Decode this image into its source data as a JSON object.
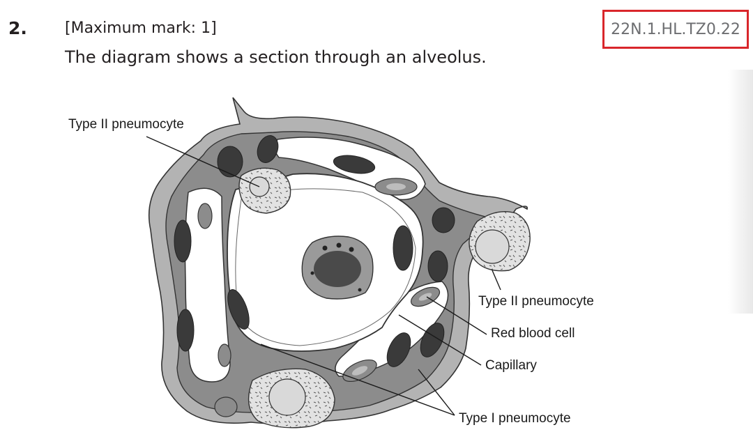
{
  "question": {
    "number": "2.",
    "max_mark": "[Maximum mark: 1]",
    "stem": "The diagram shows a section through an alveolus.",
    "reference": "22N.1.HL.TZ0.22"
  },
  "diagram": {
    "labels": {
      "type2_top": "Type II pneumocyte",
      "type2_right": "Type II pneumocyte",
      "rbc": "Red blood cell",
      "capillary": "Capillary",
      "type1": "Type I pneumocyte"
    }
  },
  "colors": {
    "ref_border": "#d9262b",
    "ref_text": "#6d6e71",
    "tissue_outer": "#b3b3b3",
    "tissue_mid": "#8c8c8c",
    "nucleus": "#3a3a3a",
    "cell_light": "#d9d9d9"
  }
}
